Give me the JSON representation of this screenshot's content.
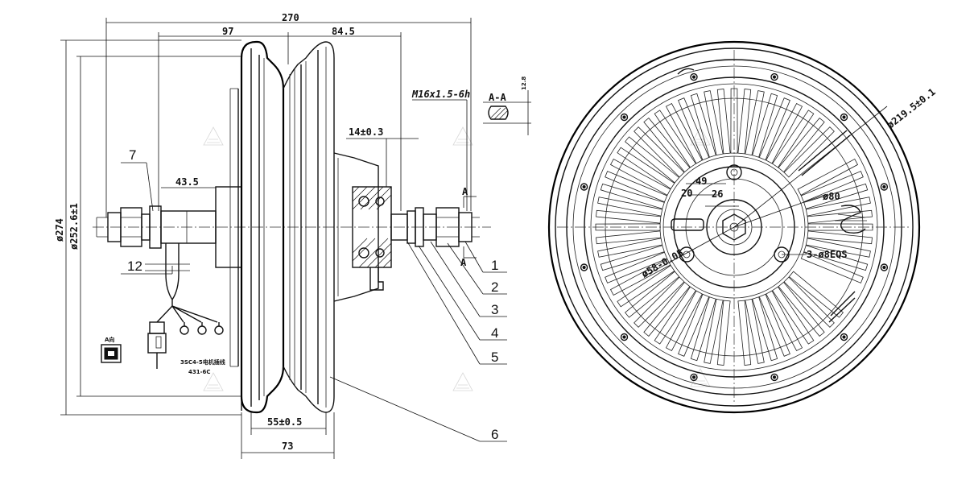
{
  "dimensions": {
    "total_width": "270",
    "left_width": "97",
    "right_width": "84.5",
    "outer_dia": "ø274",
    "rim_dia": "ø252.6±1",
    "axle_left": "43.5",
    "axle_step": "14±0.3",
    "rim_inner": "55±0.5",
    "rim_outer": "73",
    "thread": "M16x1.5-6h",
    "section": "A-A",
    "flat": "12.8",
    "pcd": "ø219.5±0.1",
    "hub_dia": "ø80",
    "d49": "49",
    "d20": "20",
    "d26": "26",
    "holes": "3-ø8EQS",
    "shaft_dia": "ø58-0.05",
    "section_mark": "A"
  },
  "callouts": [
    "1",
    "2",
    "3",
    "4",
    "5",
    "6",
    "7",
    "12"
  ],
  "connector": {
    "view_label": "A向",
    "model": "3SC4-5电机插线",
    "code": "431-6C"
  }
}
